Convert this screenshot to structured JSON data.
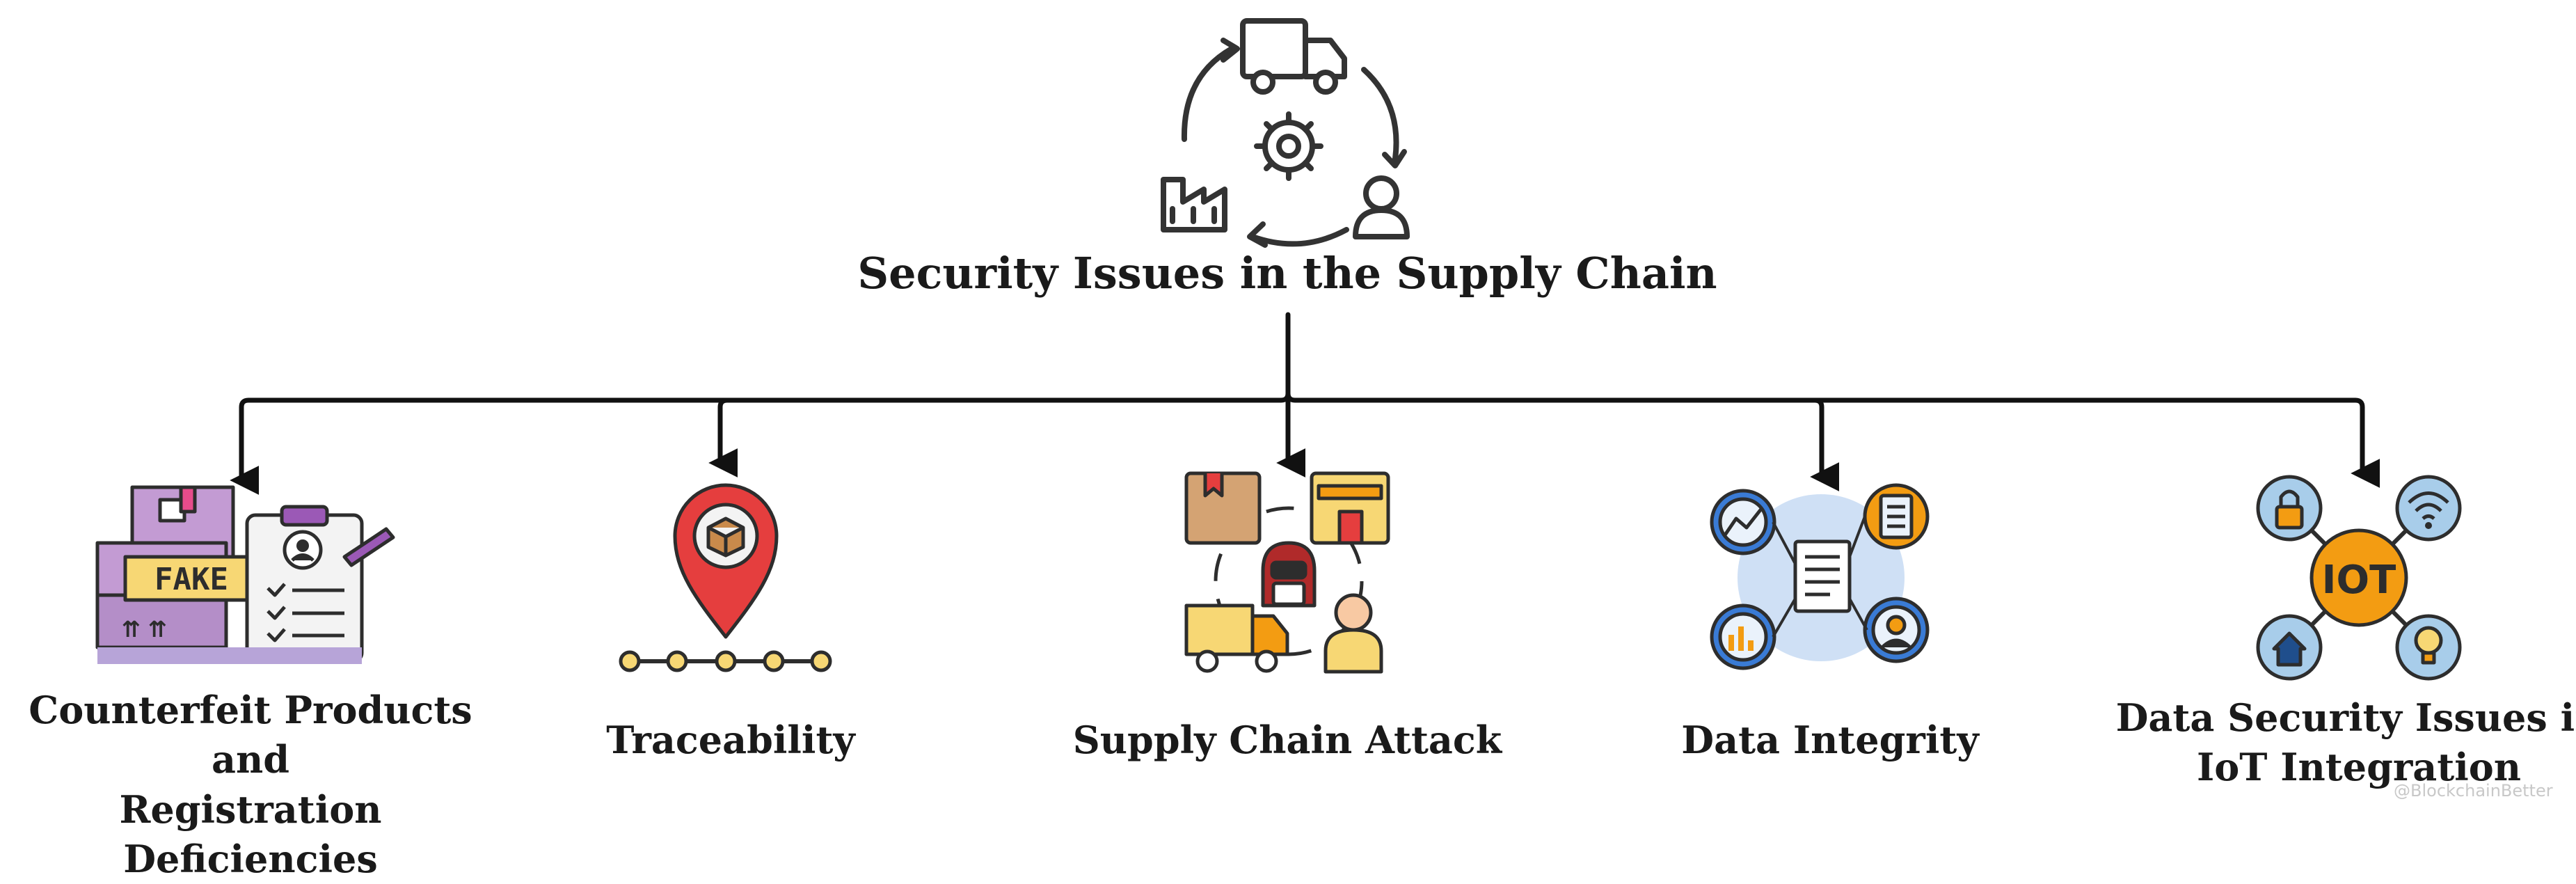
{
  "root": {
    "title": "Security Issues in the Supply Chain"
  },
  "categories": [
    {
      "lines": [
        "Counterfeit Products and",
        "Registration Deficiencies"
      ],
      "icon": "counterfeit-products-icon",
      "badge": "FAKE"
    },
    {
      "lines": [
        "Traceability"
      ],
      "icon": "traceability-pin-icon"
    },
    {
      "lines": [
        "Supply Chain Attack"
      ],
      "icon": "supply-chain-attack-icon"
    },
    {
      "lines": [
        "Data Integrity"
      ],
      "icon": "data-integrity-icon"
    },
    {
      "lines": [
        "Data Security Issues in",
        "IoT Integration"
      ],
      "icon": "iot-security-icon",
      "badge": "IOT"
    }
  ],
  "watermark": "@BlockchainBetter",
  "colors": {
    "line": "#111111",
    "purple": "#9b59b6",
    "yellow": "#f5c542",
    "red": "#e53e3e",
    "orange": "#f39c12",
    "blue": "#3a7bd5",
    "light_blue": "#cfe0f5"
  }
}
